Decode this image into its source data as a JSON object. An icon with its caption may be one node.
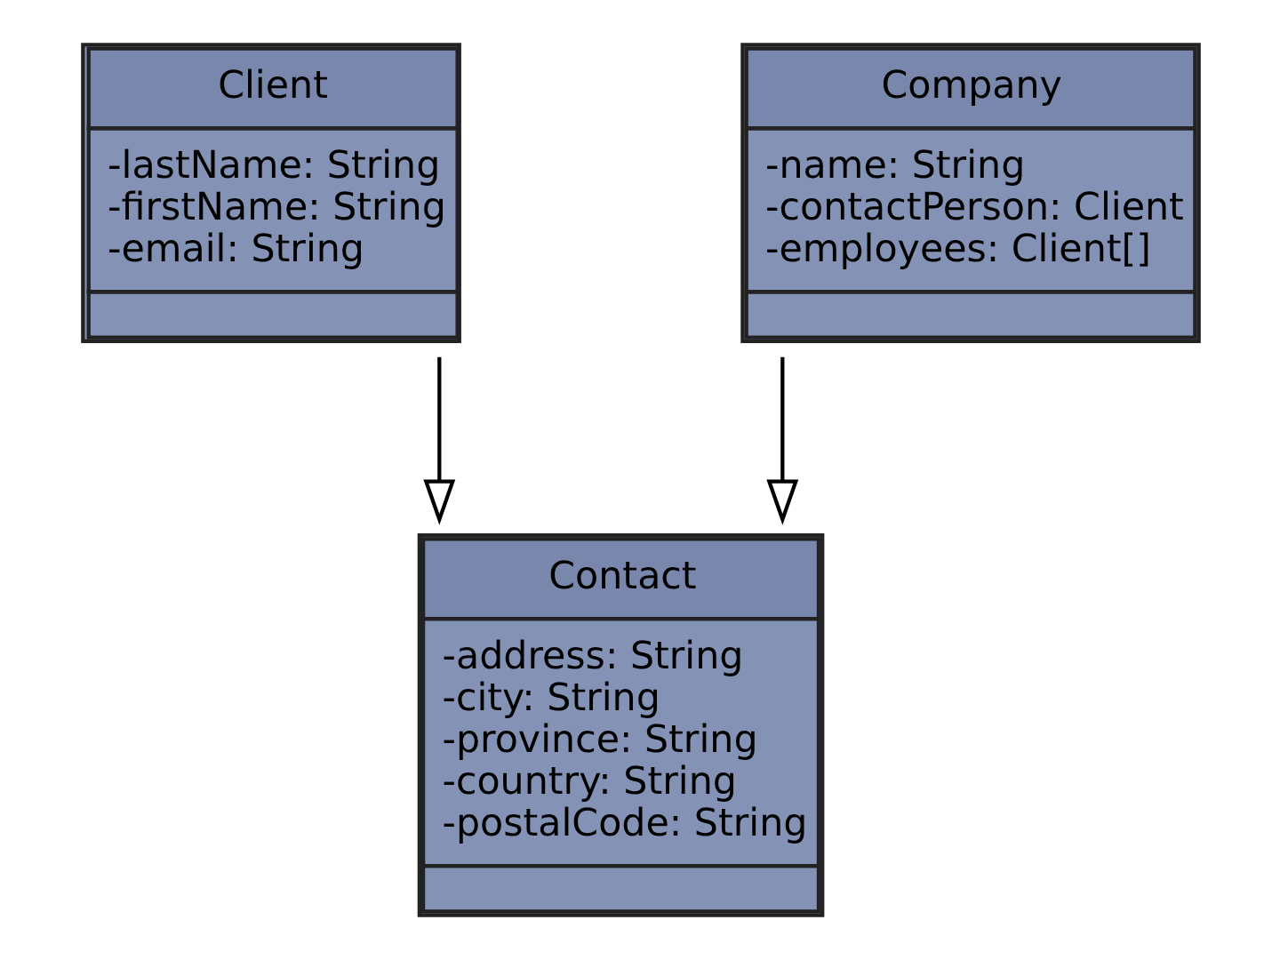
{
  "diagram": {
    "nodes": [
      {
        "text": [
          "Contact",
          "-address: String",
          "-city: String",
          "-province: String",
          "-country: String",
          "-postalCode: String"
        ]
      },
      {
        "text": [
          "Client",
          "-lastName: String",
          "-firstName: String",
          "-email: String"
        ]
      },
      {
        "text": [
          "Company",
          "-name: String",
          "-contactPerson: Client",
          "-employees: Client[]"
        ]
      }
    ],
    "edges": [
      {
        "from": 1,
        "to": 0,
        "arrow": "to"
      },
      {
        "from": 2,
        "to": 0,
        "arrow": "to"
      }
    ]
  }
}
